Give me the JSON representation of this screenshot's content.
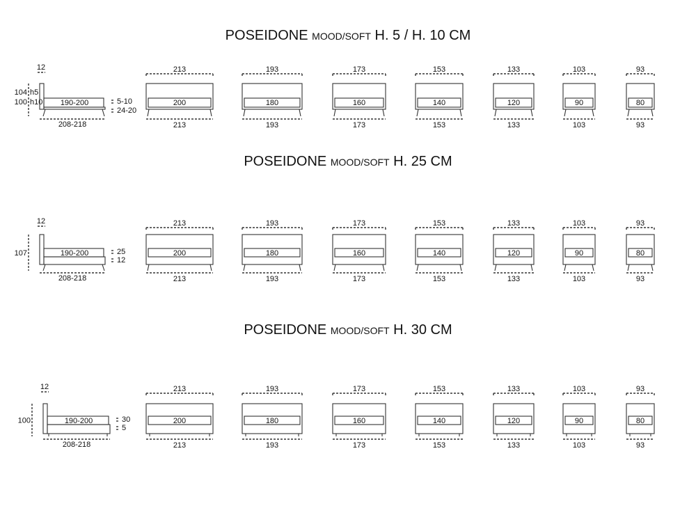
{
  "sections": [
    {
      "title": {
        "name": "POSEIDONE",
        "mood": "MOOD/SOFT",
        "height": "H. 5 / H. 10 CM"
      },
      "side": {
        "headboard_thickness": "12",
        "height_labels": [
          {
            "value": "104",
            "suffix": "h5"
          },
          {
            "value": "100",
            "suffix": "h10"
          }
        ],
        "mattress_length": "190-200",
        "total_length": "208-218",
        "dim_labels": [
          "5-10",
          "24-20"
        ]
      },
      "fronts": [
        {
          "outer": "213",
          "mattress": "200"
        },
        {
          "outer": "193",
          "mattress": "180"
        },
        {
          "outer": "173",
          "mattress": "160"
        },
        {
          "outer": "153",
          "mattress": "140"
        },
        {
          "outer": "133",
          "mattress": "120"
        },
        {
          "outer": "103",
          "mattress": "90"
        },
        {
          "outer": "93",
          "mattress": "80"
        }
      ]
    },
    {
      "title": {
        "name": "POSEIDONE",
        "mood": "MOOD/SOFT",
        "height": "H. 25 CM"
      },
      "side": {
        "headboard_thickness": "12",
        "height_labels": [
          {
            "value": "107",
            "suffix": ""
          }
        ],
        "mattress_length": "190-200",
        "total_length": "208-218",
        "dim_labels": [
          "25",
          "12"
        ]
      },
      "fronts": [
        {
          "outer": "213",
          "mattress": "200"
        },
        {
          "outer": "193",
          "mattress": "180"
        },
        {
          "outer": "173",
          "mattress": "160"
        },
        {
          "outer": "153",
          "mattress": "140"
        },
        {
          "outer": "133",
          "mattress": "120"
        },
        {
          "outer": "103",
          "mattress": "90"
        },
        {
          "outer": "93",
          "mattress": "80"
        }
      ]
    },
    {
      "title": {
        "name": "POSEIDONE",
        "mood": "MOOD/SOFT",
        "height": "H. 30 CM"
      },
      "side": {
        "headboard_thickness": "12",
        "height_labels": [
          {
            "value": "100",
            "suffix": ""
          }
        ],
        "mattress_length": "190-200",
        "total_length": "208-218",
        "dim_labels": [
          "30",
          "5"
        ]
      },
      "fronts": [
        {
          "outer": "213",
          "mattress": "200"
        },
        {
          "outer": "193",
          "mattress": "180"
        },
        {
          "outer": "173",
          "mattress": "160"
        },
        {
          "outer": "153",
          "mattress": "140"
        },
        {
          "outer": "133",
          "mattress": "120"
        },
        {
          "outer": "103",
          "mattress": "90"
        },
        {
          "outer": "93",
          "mattress": "80"
        }
      ]
    }
  ]
}
